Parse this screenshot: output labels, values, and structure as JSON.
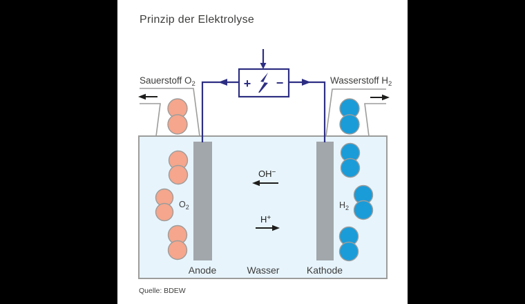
{
  "title": "Prinzip der Elektrolyse",
  "source": "Quelle: BDEW",
  "power_source": {
    "plus": "+",
    "minus": "−",
    "icon": "lightning-bolt"
  },
  "gas_outlets": {
    "left": {
      "label": "Sauerstoff O",
      "label_sub": "2"
    },
    "right": {
      "label": "Wasserstoff H",
      "label_sub": "2"
    }
  },
  "tank": {
    "oxygen_molecule": {
      "base": "O",
      "sub": "2"
    },
    "hydrogen_molecule": {
      "base": "H",
      "sub": "2"
    },
    "hydroxide_ion": {
      "base": "OH",
      "sup": "−"
    },
    "proton_ion": {
      "base": "H",
      "sup": "+"
    },
    "anode_label": "Anode",
    "water_label": "Wasser",
    "cathode_label": "Kathode"
  },
  "colors": {
    "background": "#000000",
    "panel": "#ffffff",
    "circuit": "#2d2e83",
    "oxygen-bubble": "#f5a68c",
    "hydrogen-bubble": "#1a9cd8",
    "water": "#e7f4fc",
    "outline": "#9c9c9b",
    "electrode": "#a2a7ab",
    "text": "#3c3c3b",
    "arrow": "#1d1d1b"
  }
}
